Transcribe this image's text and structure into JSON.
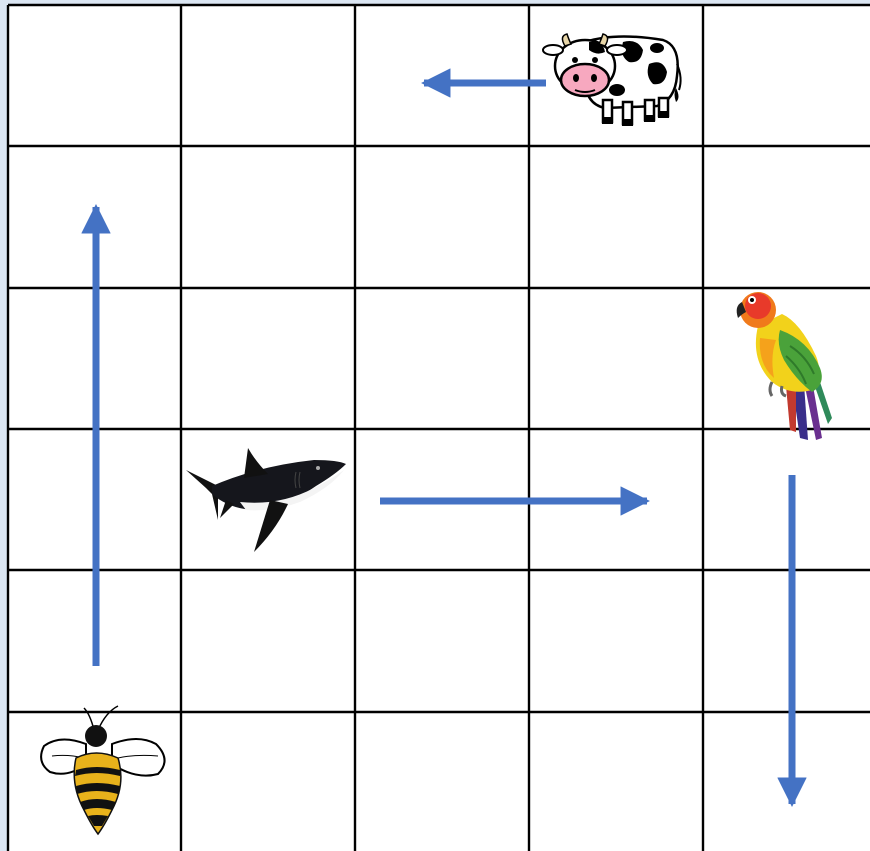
{
  "grid": {
    "rows": 6,
    "cols": 5,
    "line_color": "#000000",
    "cell_color": "#ffffff",
    "border_color": "#dbe6f3"
  },
  "arrow_color": "#4472c4",
  "animals": [
    {
      "name": "cow",
      "icon": "cow-icon",
      "row": 0,
      "col": 3
    },
    {
      "name": "parrot",
      "icon": "parrot-icon",
      "row": 2,
      "col": 4
    },
    {
      "name": "shark",
      "icon": "shark-icon",
      "row": 3,
      "col": 1
    },
    {
      "name": "bee",
      "icon": "bee-icon",
      "row": 5,
      "col": 0
    }
  ],
  "arrows": [
    {
      "id": "arrow-left-row1",
      "direction": "left"
    },
    {
      "id": "arrow-up-col1",
      "direction": "up"
    },
    {
      "id": "arrow-right-row4",
      "direction": "right"
    },
    {
      "id": "arrow-down-col5",
      "direction": "down"
    }
  ]
}
